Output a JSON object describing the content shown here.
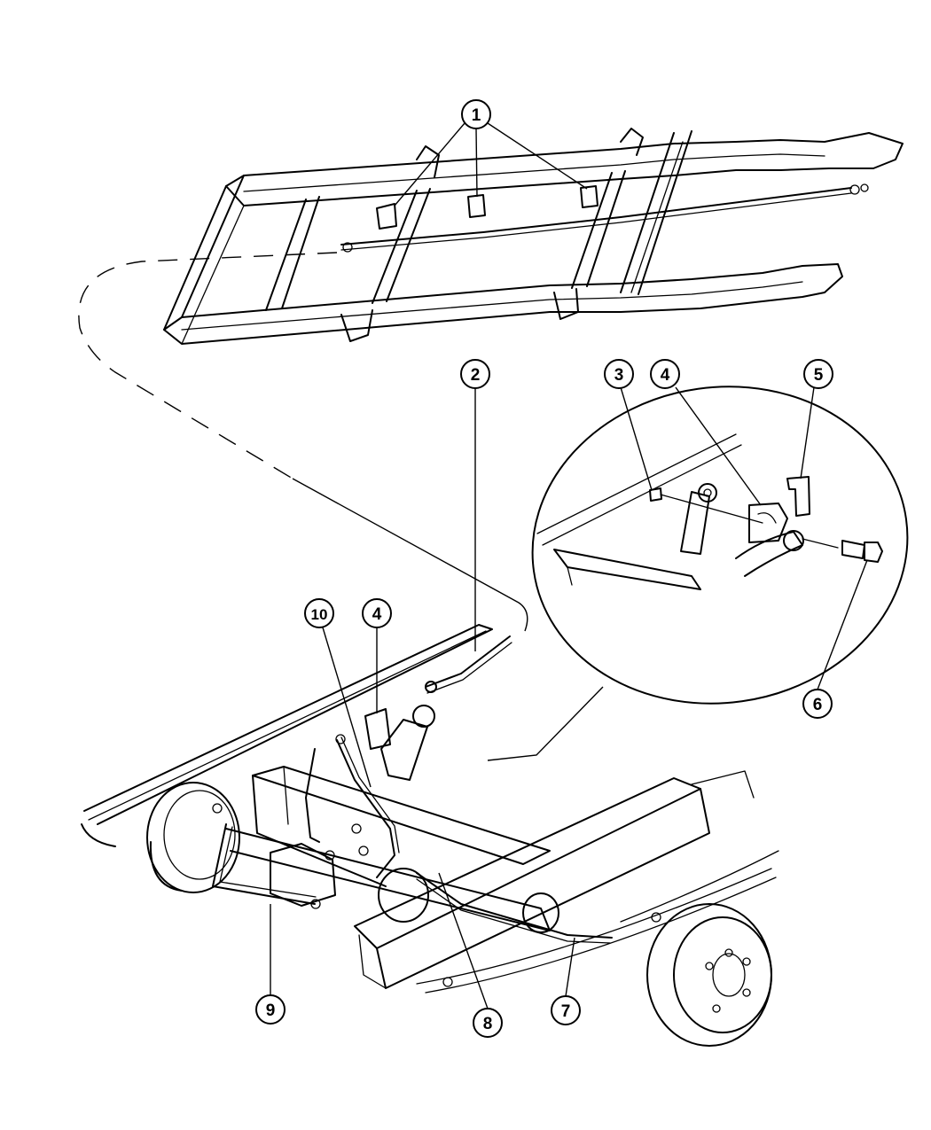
{
  "callouts": [
    {
      "id": "1",
      "label": "1"
    },
    {
      "id": "2",
      "label": "2"
    },
    {
      "id": "3",
      "label": "3"
    },
    {
      "id": "4a",
      "label": "4"
    },
    {
      "id": "5",
      "label": "5"
    },
    {
      "id": "6",
      "label": "6"
    },
    {
      "id": "10",
      "label": "10"
    },
    {
      "id": "4b",
      "label": "4"
    },
    {
      "id": "9",
      "label": "9"
    },
    {
      "id": "8",
      "label": "8"
    },
    {
      "id": "7",
      "label": "7"
    }
  ]
}
